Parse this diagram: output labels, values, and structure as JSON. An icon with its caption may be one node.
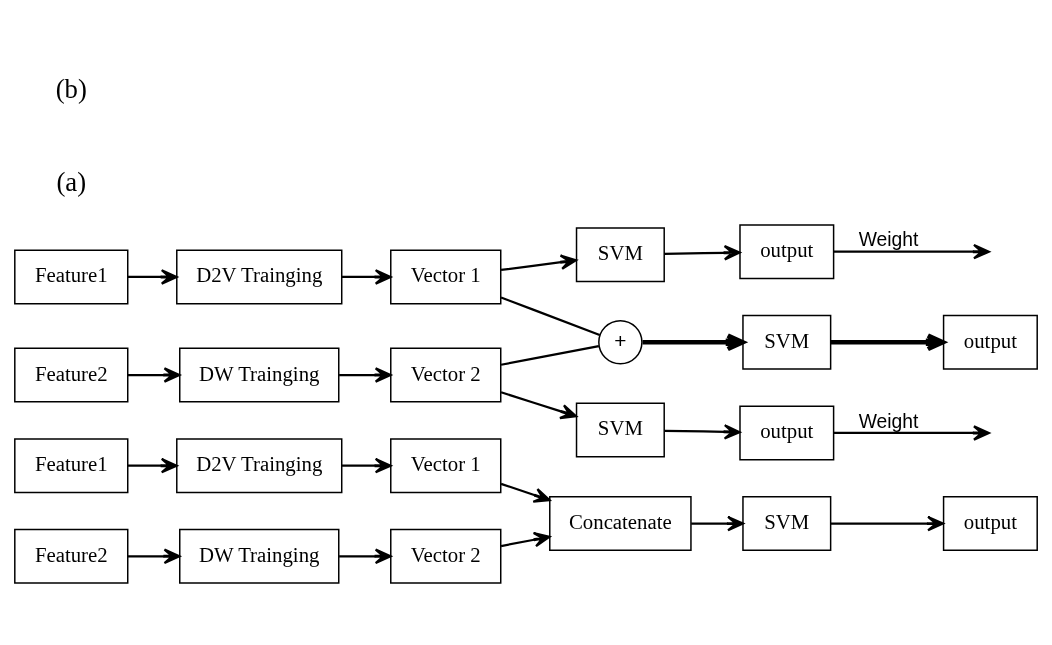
{
  "diagram": {
    "nodes": [
      {
        "text": [
          "Feature1"
        ]
      },
      {
        "text": [
          "D2V Trainging"
        ]
      },
      {
        "text": [
          "Vector 1"
        ]
      },
      {
        "text": [
          "Feature2"
        ]
      },
      {
        "text": [
          "DW Trainging"
        ]
      },
      {
        "text": [
          "Vector 2"
        ]
      },
      {
        "text": [
          "Concatenate"
        ]
      },
      {
        "text": [
          "SVM"
        ]
      },
      {
        "text": [
          "output"
        ]
      },
      {
        "text": [
          "Feature1"
        ]
      },
      {
        "text": [
          "D2V Trainging"
        ]
      },
      {
        "text": [
          "Vector 1"
        ]
      },
      {
        "text": [
          "SVM"
        ]
      },
      {
        "text": [
          "output"
        ]
      },
      {
        "text": [
          "Feature2"
        ]
      },
      {
        "text": [
          "DW Trainging"
        ]
      },
      {
        "text": [
          "Vector 2"
        ]
      },
      {
        "text": [
          "SVM"
        ]
      },
      {
        "text": [
          "output"
        ]
      },
      {
        "text": [
          "+"
        ]
      },
      {
        "text": [
          "SVM"
        ]
      },
      {
        "text": [
          "output"
        ]
      }
    ],
    "edges": [
      {
        "from": 0,
        "to": 1,
        "arrow": "to"
      },
      {
        "from": 1,
        "to": 2,
        "arrow": "to"
      },
      {
        "from": 2,
        "to": 6,
        "arrow": "to"
      },
      {
        "from": 3,
        "to": 4,
        "arrow": "to"
      },
      {
        "from": 4,
        "to": 5,
        "arrow": "to"
      },
      {
        "from": 5,
        "to": 6,
        "arrow": "to"
      },
      {
        "from": 6,
        "to": 7,
        "arrow": "to"
      },
      {
        "from": 7,
        "to": 8,
        "arrow": "to"
      },
      {
        "from": 9,
        "to": 10,
        "arrow": "to"
      },
      {
        "from": 10,
        "to": 11,
        "arrow": "to"
      },
      {
        "from": 11,
        "to": 12,
        "arrow": "to"
      },
      {
        "from": 12,
        "to": 13,
        "arrow": "to"
      },
      {
        "from": 13,
        "to": null,
        "arrow": "to",
        "label": "Weight"
      },
      {
        "from": 11,
        "to": 19,
        "arrow": "none"
      },
      {
        "from": 14,
        "to": 15,
        "arrow": "to"
      },
      {
        "from": 15,
        "to": 16,
        "arrow": "to"
      },
      {
        "from": 16,
        "to": 17,
        "arrow": "to"
      },
      {
        "from": 17,
        "to": 18,
        "arrow": "to"
      },
      {
        "from": 18,
        "to": null,
        "arrow": "to",
        "label": "Weight"
      },
      {
        "from": 16,
        "to": 19,
        "arrow": "none"
      },
      {
        "from": 19,
        "to": 20,
        "arrow": "to",
        "style": "thick"
      },
      {
        "from": 20,
        "to": 21,
        "arrow": "to",
        "style": "thick"
      }
    ],
    "labels": [
      "(a)",
      "(b)"
    ]
  }
}
